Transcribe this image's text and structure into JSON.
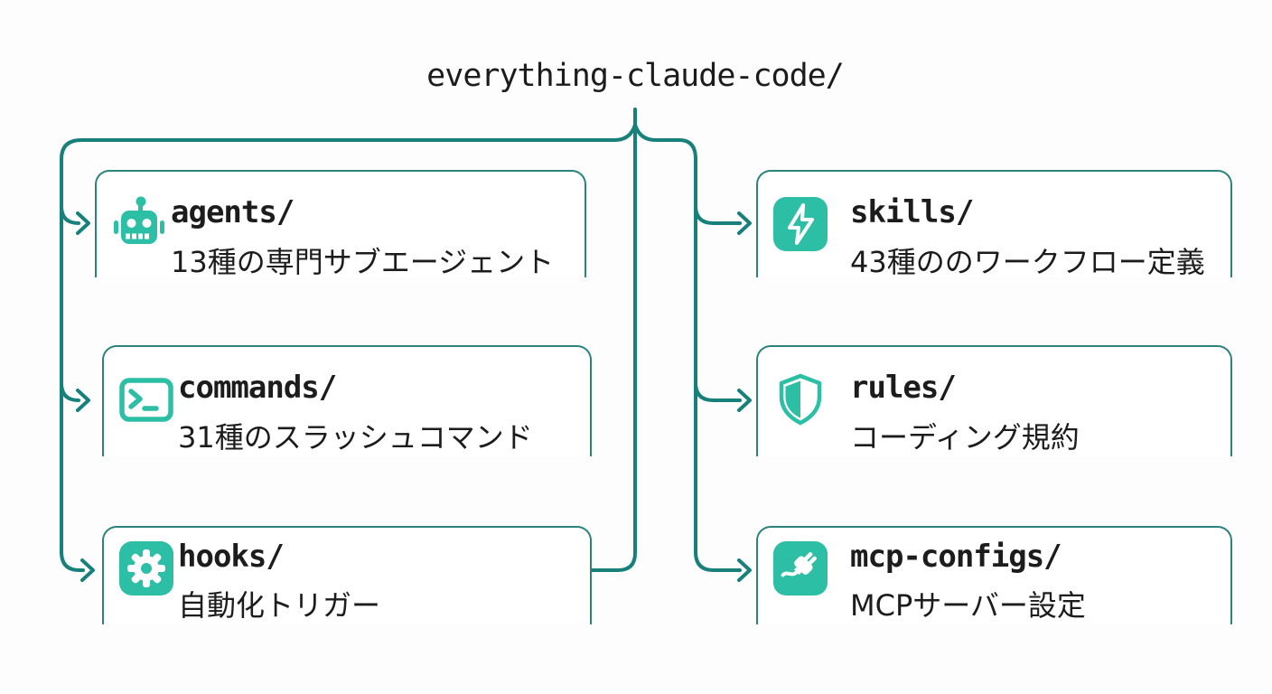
{
  "title": "everything-claude-code/",
  "colors": {
    "accent": "#2dbfa6",
    "line": "#17807a",
    "border": "#2b837d",
    "text": "#1c1c1c",
    "bg": "#fdfdfd"
  },
  "boxes": [
    {
      "id": "agents",
      "name": "agents/",
      "description": "13種の専門サブエージェント",
      "icon": "robot-icon"
    },
    {
      "id": "commands",
      "name": "commands/",
      "description": "31種のスラッシュコマンド",
      "icon": "terminal-icon"
    },
    {
      "id": "hooks",
      "name": "hooks/",
      "description": "自動化トリガー",
      "icon": "gear-icon"
    },
    {
      "id": "skills",
      "name": "skills/",
      "description": "43種ののワークフロー定義",
      "icon": "lightning-icon"
    },
    {
      "id": "rules",
      "name": "rules/",
      "description": "コーディング規約",
      "icon": "shield-icon"
    },
    {
      "id": "mcp-configs",
      "name": "mcp-configs/",
      "description": "MCPサーバー設定",
      "icon": "plug-icon"
    }
  ]
}
